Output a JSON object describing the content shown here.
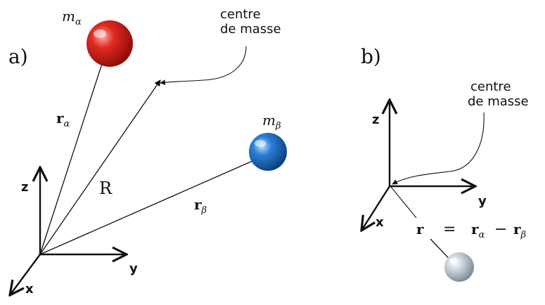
{
  "panel_a": {
    "label": "a)",
    "mass_alpha": "m",
    "mass_alpha_sub": "α",
    "mass_beta": "m",
    "mass_beta_sub": "β",
    "centre_label_line1": "centre",
    "centre_label_line2": "de masse",
    "r_alpha": "r",
    "r_alpha_sub": "α",
    "r_beta": "r",
    "r_beta_sub": "β",
    "R": "R",
    "axis_x": "x",
    "axis_y": "y",
    "axis_z": "z"
  },
  "panel_b": {
    "label": "b)",
    "centre_label_line1": "centre",
    "centre_label_line2": "de masse",
    "axis_x": "x",
    "axis_y": "y",
    "axis_z": "z",
    "eq_r": "r",
    "eq_equals": "=",
    "eq_r_alpha": "r",
    "eq_alpha_sub": "α",
    "eq_minus": "−",
    "eq_r_beta": "r",
    "eq_beta_sub": "β"
  },
  "colors": {
    "mass_alpha": "#d01818",
    "mass_beta": "#1f6fc8",
    "reduced_mass": "#aab8c4",
    "line": "#111111"
  }
}
